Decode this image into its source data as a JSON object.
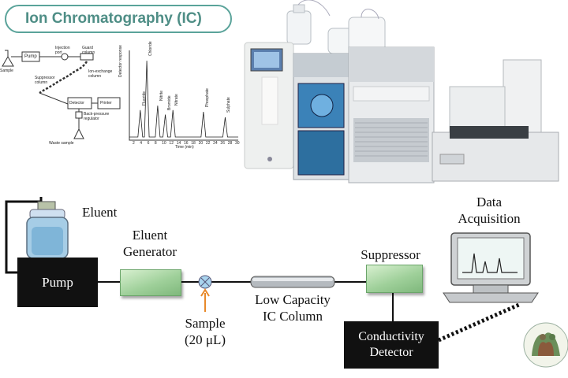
{
  "title": "Ion Chromatography (IC)",
  "schematic": {
    "labels": {
      "sample": "Sample",
      "pump": "Pump",
      "injection_port": "Injection port",
      "guard_column": "Guard column",
      "suppressor_column": "Suppressor column",
      "ion_exchange_column": "Ion-exchange column",
      "detector": "Detector",
      "printer": "Printer",
      "back_pressure_regulator": "Back-pressure regulator",
      "waste_sample": "Waste sample",
      "detector_response": "Detector response",
      "time_axis": "Time (min)"
    },
    "peaks": [
      "Fluoride",
      "Chloride",
      "Nitrite",
      "Bromide",
      "Nitrate",
      "Phosphate",
      "Sulphate"
    ],
    "ticks": [
      "2",
      "4",
      "6",
      "8",
      "10",
      "12",
      "14",
      "16",
      "18",
      "20",
      "22",
      "24",
      "26",
      "28",
      "30"
    ]
  },
  "diagram": {
    "eluent": "Eluent",
    "pump": "Pump",
    "eluent_generator_line1": "Eluent",
    "eluent_generator_line2": "Generator",
    "sample_line1": "Sample",
    "sample_line2": "(20 μL)",
    "column_line1": "Low Capacity",
    "column_line2": "IC Column",
    "suppressor": "Suppressor",
    "detector_line1": "Conductivity",
    "detector_line2": "Detector",
    "data_line1": "Data",
    "data_line2": "Acquisition"
  },
  "colors": {
    "title_border": "#5aa39a",
    "title_text": "#4f8e86",
    "module_green": "#9fd09a",
    "box_black": "#111111",
    "sample_arrow": "#e8892a",
    "valve_blue": "#a9d4ee"
  }
}
